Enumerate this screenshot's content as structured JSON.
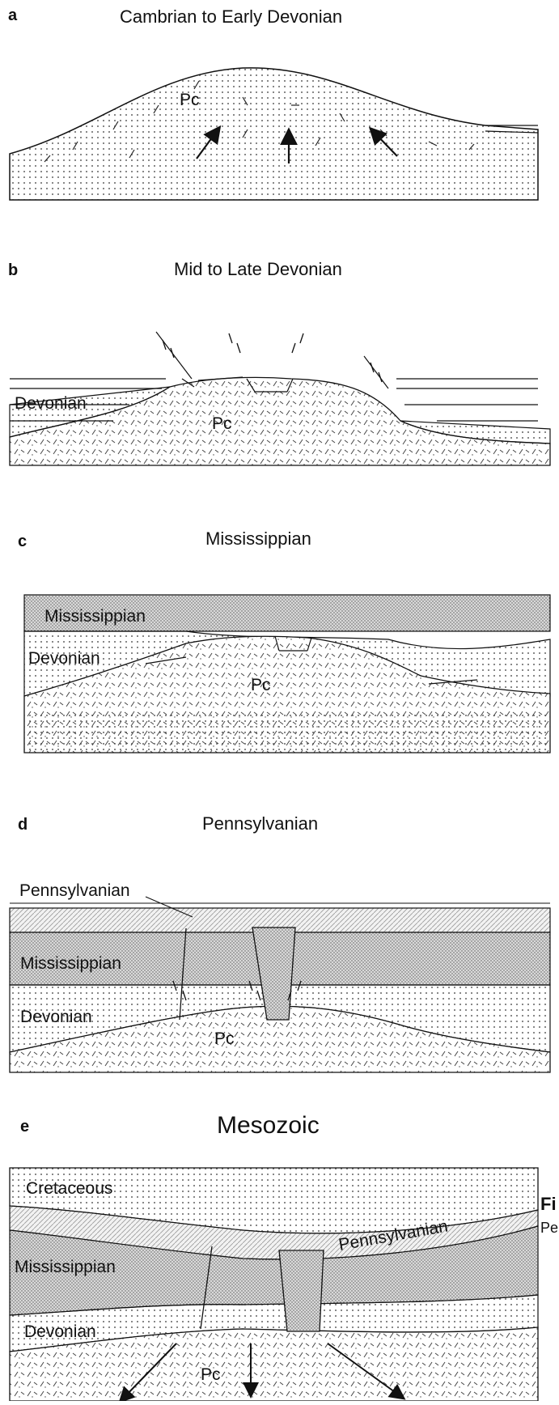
{
  "panels": [
    {
      "letter": "a",
      "title": "Cambrian to Early Devonian",
      "labels": {
        "pc": "Pc"
      }
    },
    {
      "letter": "b",
      "title": "Mid to Late Devonian",
      "labels": {
        "devonian": "Devonian",
        "pc": "Pc"
      }
    },
    {
      "letter": "c",
      "title": "Mississippian",
      "labels": {
        "mississippian": "Mississippian",
        "devonian": "Devonian",
        "pc": "Pc"
      }
    },
    {
      "letter": "d",
      "title": "Pennsylvanian",
      "labels": {
        "pennsylvanian": "Pennsylvanian",
        "mississippian": "Mississippian",
        "devonian": "Devonian",
        "pc": "Pc"
      }
    },
    {
      "letter": "e",
      "title": "Mesozoic",
      "labels": {
        "cretaceous": "Cretaceous",
        "pennsylvanian": "Pennsylvanian",
        "mississippian": "Mississippian",
        "devonian": "Devonian",
        "pc": "Pc"
      }
    }
  ],
  "edge_fragments": {
    "fig": "Fi",
    "pe": "Pe"
  }
}
